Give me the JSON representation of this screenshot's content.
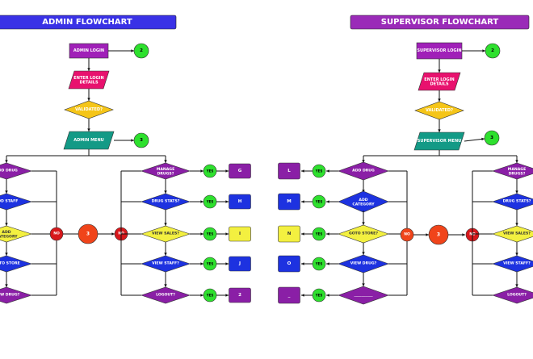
{
  "colors": {
    "admin_banner": "#3a32e6",
    "supervisor_banner": "#9a2bb8",
    "login": "#a020b8",
    "details": "#e8126e",
    "decision_validated": "#f5c518",
    "menu": "#139a86",
    "connector_green": "#2ee02e",
    "decision_purple": "#8a1fa6",
    "decision_blue": "#1d32e0",
    "decision_yellow": "#f3f040",
    "no_red": "#d7181c",
    "connector_orange": "#f0441a",
    "box_purple": "#8a1fa6",
    "box_blue": "#1d32e0",
    "box_yellow": "#f3f040",
    "line": "#111111"
  },
  "admin": {
    "title": "ADMIN FLOWCHART",
    "login": "ADMIN LOGIN",
    "login_connector": "2",
    "details": "ENTER LOGIN DETAILS",
    "validated": "VALIDATED?",
    "menu": "ADMIN MENU",
    "menu_connector": "3",
    "left_column": [
      "ADD DRUG",
      "ADD STAFF",
      "ADD CATEGORY",
      "GOTO STORE",
      "VIEW DRUG?"
    ],
    "no_label": "NO",
    "center_connector": "3",
    "right_column": [
      "MANAGE DRUGS?",
      "DRUG STATS?",
      "VIEW SALES?",
      "VIEW STAFF?",
      "LOGOUT?"
    ],
    "yes_label": "YES",
    "right_boxes": [
      "G",
      "H",
      "I",
      "J",
      "2"
    ]
  },
  "supervisor": {
    "title": "SUPERVISOR FLOWCHART",
    "login": "SUPERVISOR LOGIN",
    "login_connector": "2",
    "details": "ENTER LOGIN DETAILS",
    "validated": "VALIDATED?",
    "menu": "SUPERVISOR MENU",
    "menu_connector": "3",
    "left_boxes": [
      "L",
      "M",
      "N",
      "O",
      "_"
    ],
    "yes_label": "YES",
    "left_column": [
      "ADD DRUG",
      "ADD CATEGORY",
      "GOTO STORE?",
      "VIEW DRUG?",
      "__________"
    ],
    "no_label": "NO",
    "center_connector": "3",
    "right_column": [
      "MANAGE DRUGS?",
      "DRUG STATS?",
      "VIEW SALES?",
      "VIEW STAFF?",
      "LOGOUT?"
    ]
  }
}
